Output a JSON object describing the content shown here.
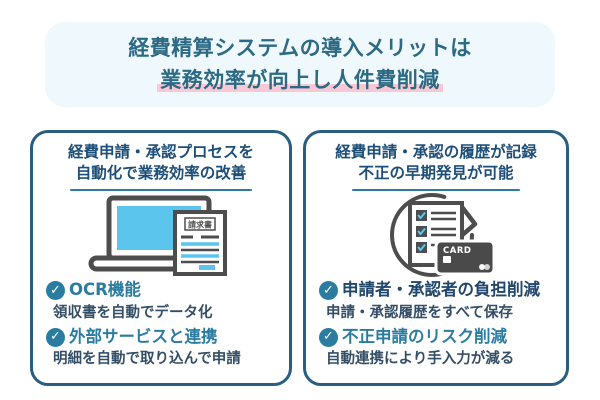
{
  "banner": {
    "title_line1": "経費精算システムの導入メリットは",
    "title_line2": "業務効率が向上し人件費削減"
  },
  "colors": {
    "banner_bg": "#eff9fd",
    "title_text": "#2c6a84",
    "pink_highlight": "#f9c8d5",
    "card_border": "#295e80",
    "header_text": "#1d4e78",
    "header_underline": "#2b7ba3",
    "accent_teal": "#2b7ca1",
    "navy_label": "#21466c",
    "desc_text": "#344e66",
    "illustration_gray": "#4d4d4d",
    "illustration_blue": "#5bc5ee",
    "card_dark": "#4a4a4a"
  },
  "cards": [
    {
      "header_line1": "経費申請・承認プロセスを",
      "header_line2": "自動化で業務効率の改善",
      "illustration": "laptop-with-invoice",
      "invoice_label": "請求書",
      "items": [
        {
          "label": "OCR機能",
          "desc": "領収書を自動でデータ化"
        },
        {
          "label": "外部サービスと連携",
          "desc": "明細を自動で取り込んで申請"
        }
      ]
    },
    {
      "header_line1": "経費申請・承認の履歴が記録",
      "header_line2": "不正の早期発見が可能",
      "illustration": "checklist-cycle-with-card",
      "card_label": "CARD",
      "items": [
        {
          "label": "申請者・承認者の負担削減",
          "desc": "申請・承認履歴をすべて保存"
        },
        {
          "label": "不正申請のリスク削減",
          "desc": "自動連携により手入力が減る"
        }
      ]
    }
  ]
}
